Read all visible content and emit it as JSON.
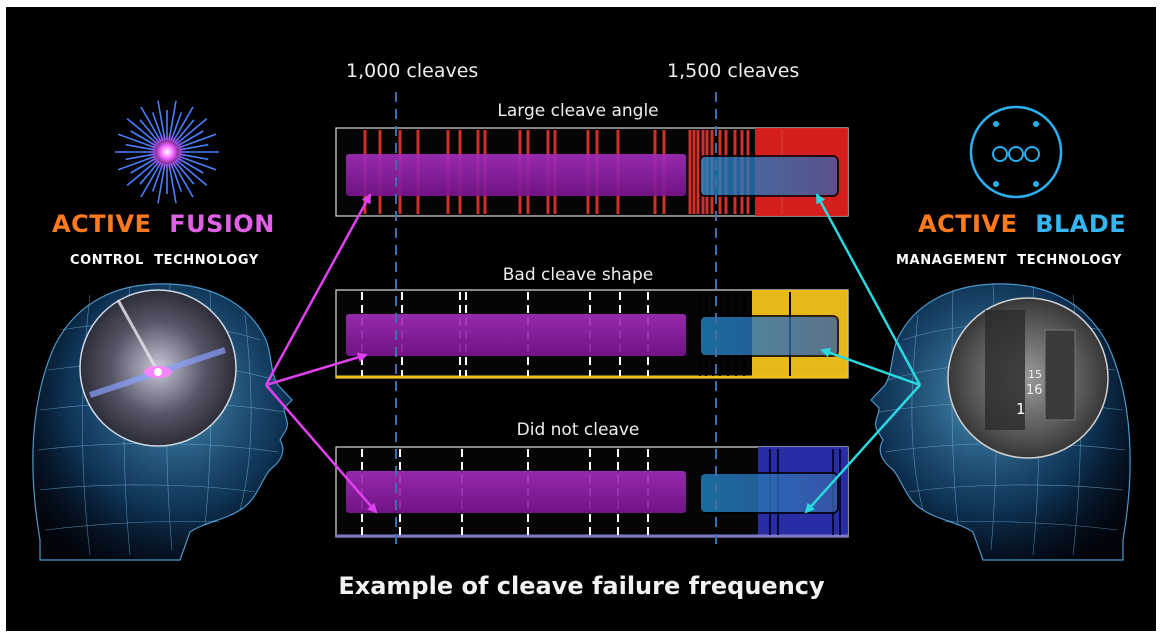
{
  "markers": {
    "left_label": "1,000 cleaves",
    "right_label": "1,500 cleaves"
  },
  "rows": [
    {
      "title": "Large cleave angle",
      "failure_color": "#e02020"
    },
    {
      "title": "Bad cleave shape",
      "failure_color": "#f3c21a"
    },
    {
      "title": "Did not cleave",
      "failure_color": "#2b2fae"
    }
  ],
  "left_brand": {
    "word1": "ACTIVE",
    "word2": "FUSION",
    "subtitle": "CONTROL  TECHNOLOGY",
    "word1_color": "#ff7a1e",
    "word2_color": "#e060e8",
    "icon": "starburst-icon"
  },
  "right_brand": {
    "word1": "ACTIVE",
    "word2": "BLADE",
    "subtitle": "MANAGEMENT  TECHNOLOGY",
    "word1_color": "#ff7a1e",
    "word2_color": "#35b6f0",
    "icon": "blade-wheel-icon"
  },
  "blade_numbers": [
    "15",
    "16",
    "1"
  ],
  "caption": "Example of cleave failure frequency",
  "colors": {
    "background": "#000000",
    "fusion_bar": "#8a1fa0",
    "blade_bar": "#2a7fb8",
    "fusion_arrow": "#e040f0",
    "blade_arrow": "#2ad8e0",
    "head_wire": "#4aa8e8"
  }
}
